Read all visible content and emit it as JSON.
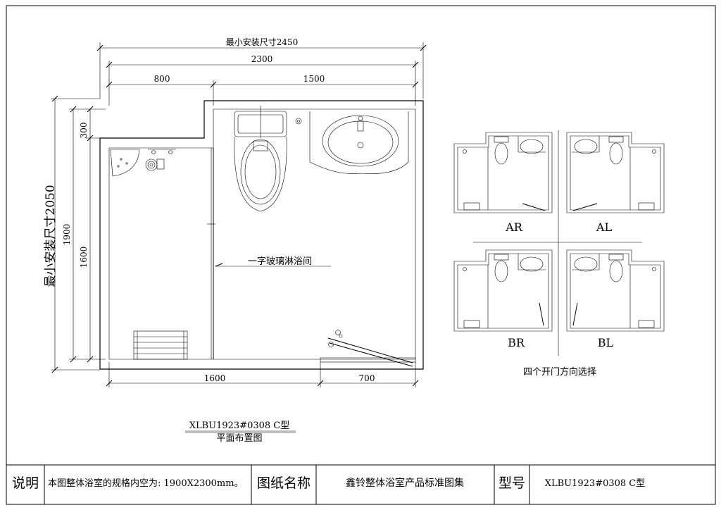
{
  "dimensions": {
    "min_install_width": "最小安装尺寸2450",
    "overall_width": "2300",
    "left_part": "800",
    "right_part": "1500",
    "min_install_depth": "最小安装尺寸2050",
    "depth_1900": "1900",
    "depth_300": "300",
    "depth_1600": "1600",
    "bottom_left": "1600",
    "bottom_right": "700"
  },
  "plan": {
    "shower_label": "一字玻璃淋浴间",
    "model_code": "XLBU1923#0308  C型",
    "plan_title": "平面布置图"
  },
  "door_options": {
    "labels": [
      "AR",
      "AL",
      "BR",
      "BL"
    ],
    "caption": "四个开门方向选择"
  },
  "title_block": {
    "note_header": "说明",
    "note_text": "本图整体浴室的规格内空为: 1900X2300mm。",
    "drawing_name_header": "图纸名称",
    "drawing_name": "鑫铃整体浴室产品标准图集",
    "model_header": "型号",
    "model_value": "XLBU1923#0308  C型"
  }
}
